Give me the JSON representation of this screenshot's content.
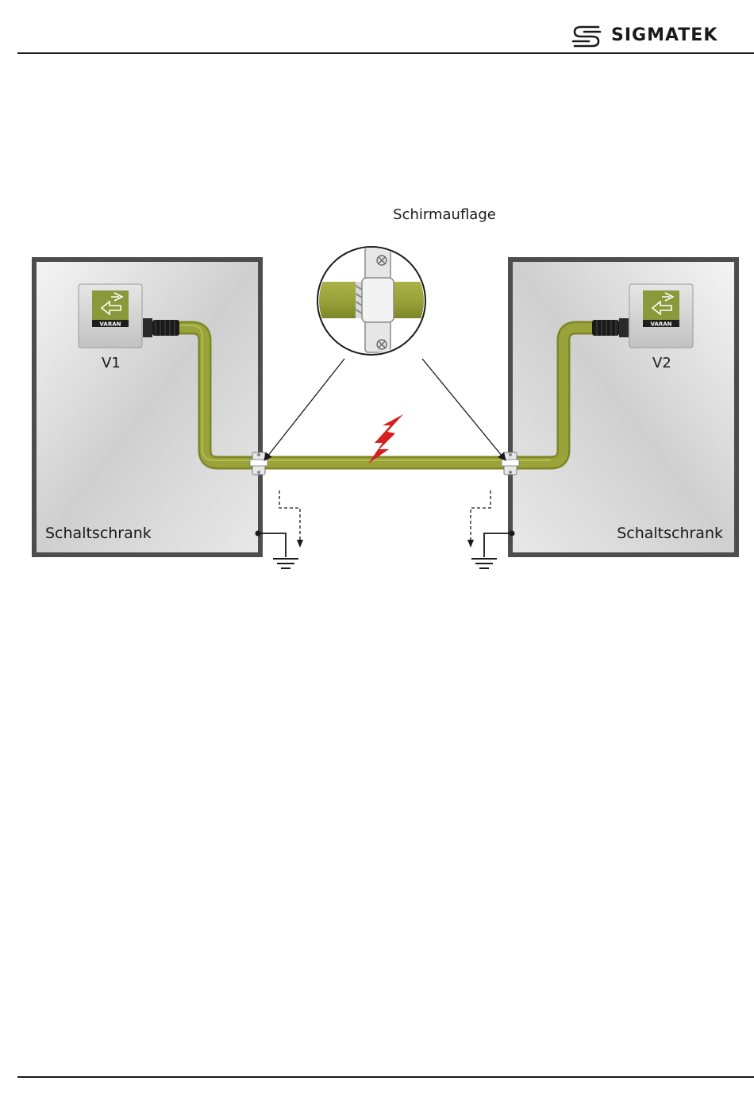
{
  "header": {
    "brand": "SIGMATEK",
    "logo_icon": "sigmatek-s-logo"
  },
  "diagram": {
    "clamp_callout_label": "Schirmauflage",
    "cabinet_left_label": "Schaltschrank",
    "cabinet_right_label": "Schaltschrank",
    "device_left_label": "V1",
    "device_right_label": "V2",
    "device_badge": "VARAN",
    "icons": [
      "varan-logo-icon",
      "lightning-bolt-icon",
      "ground-icon",
      "cable-clamp-icon"
    ],
    "colors": {
      "cable": "#9aa33a",
      "cable_dark": "#7d8628",
      "cabinet_frame": "#5a5a5a",
      "lightning": "#d42020",
      "device_logo_bg": "#8a9a3a"
    }
  }
}
